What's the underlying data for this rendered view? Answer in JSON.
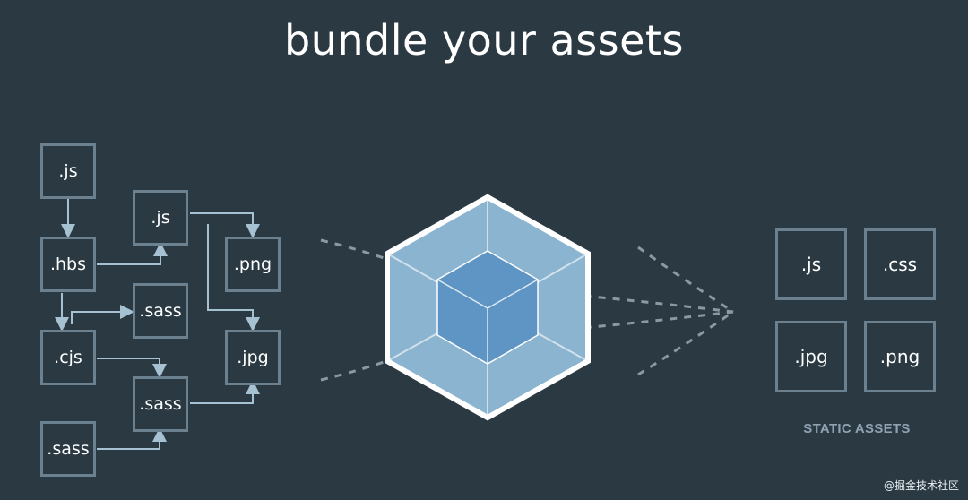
{
  "title": "bundle your assets",
  "source_modules": [
    ".js",
    ".hbs",
    ".cjs",
    ".sass",
    ".js",
    ".sass",
    ".sass",
    ".png",
    ".jpg"
  ],
  "static_assets": [
    ".js",
    ".css",
    ".jpg",
    ".png"
  ],
  "static_assets_label": "STATIC ASSETS",
  "watermark": "@掘金技术社区",
  "colors": {
    "background": "#2b3a42",
    "box_border": "#6c8190",
    "connector": "#a6c2d2",
    "cube_outer": "#8ab4d0",
    "cube_inner": "#5e95c4",
    "cube_outline": "#ffffff"
  }
}
